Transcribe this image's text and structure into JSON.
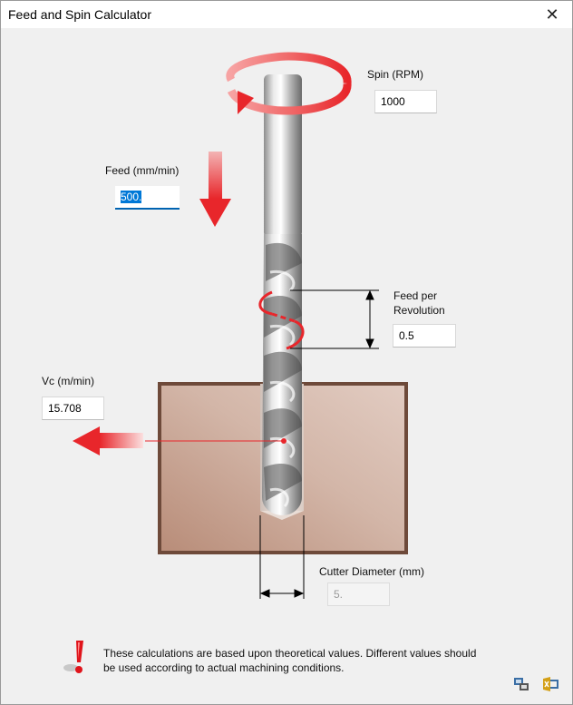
{
  "window": {
    "title": "Feed and Spin Calculator",
    "close_symbol": "✕"
  },
  "spin": {
    "label": "Spin (RPM)",
    "value": "1000"
  },
  "feed": {
    "label": "Feed (mm/min)",
    "value": "500."
  },
  "feed_per_rev": {
    "label_line1": "Feed per",
    "label_line2": "Revolution",
    "value": "0.5"
  },
  "vc": {
    "label": "Vc (m/min)",
    "value": "15.708"
  },
  "cutter_diameter": {
    "label": "Cutter Diameter (mm)",
    "value": "5."
  },
  "notice": {
    "text": "These calculations are based upon theoretical values. Different values should be used according to actual machining conditions."
  },
  "icons": [
    "close-icon",
    "warning-icon",
    "spin-arrow-icon",
    "feed-arrow-icon",
    "vc-arrow-icon",
    "drill-icon",
    "workpiece-icon",
    "settings-icon",
    "export-icon"
  ],
  "colors": {
    "accent": "#0078d7",
    "arrow_red": "#e8262b",
    "workpiece": "#c9a695",
    "workpiece_border": "#6e4a3a"
  }
}
